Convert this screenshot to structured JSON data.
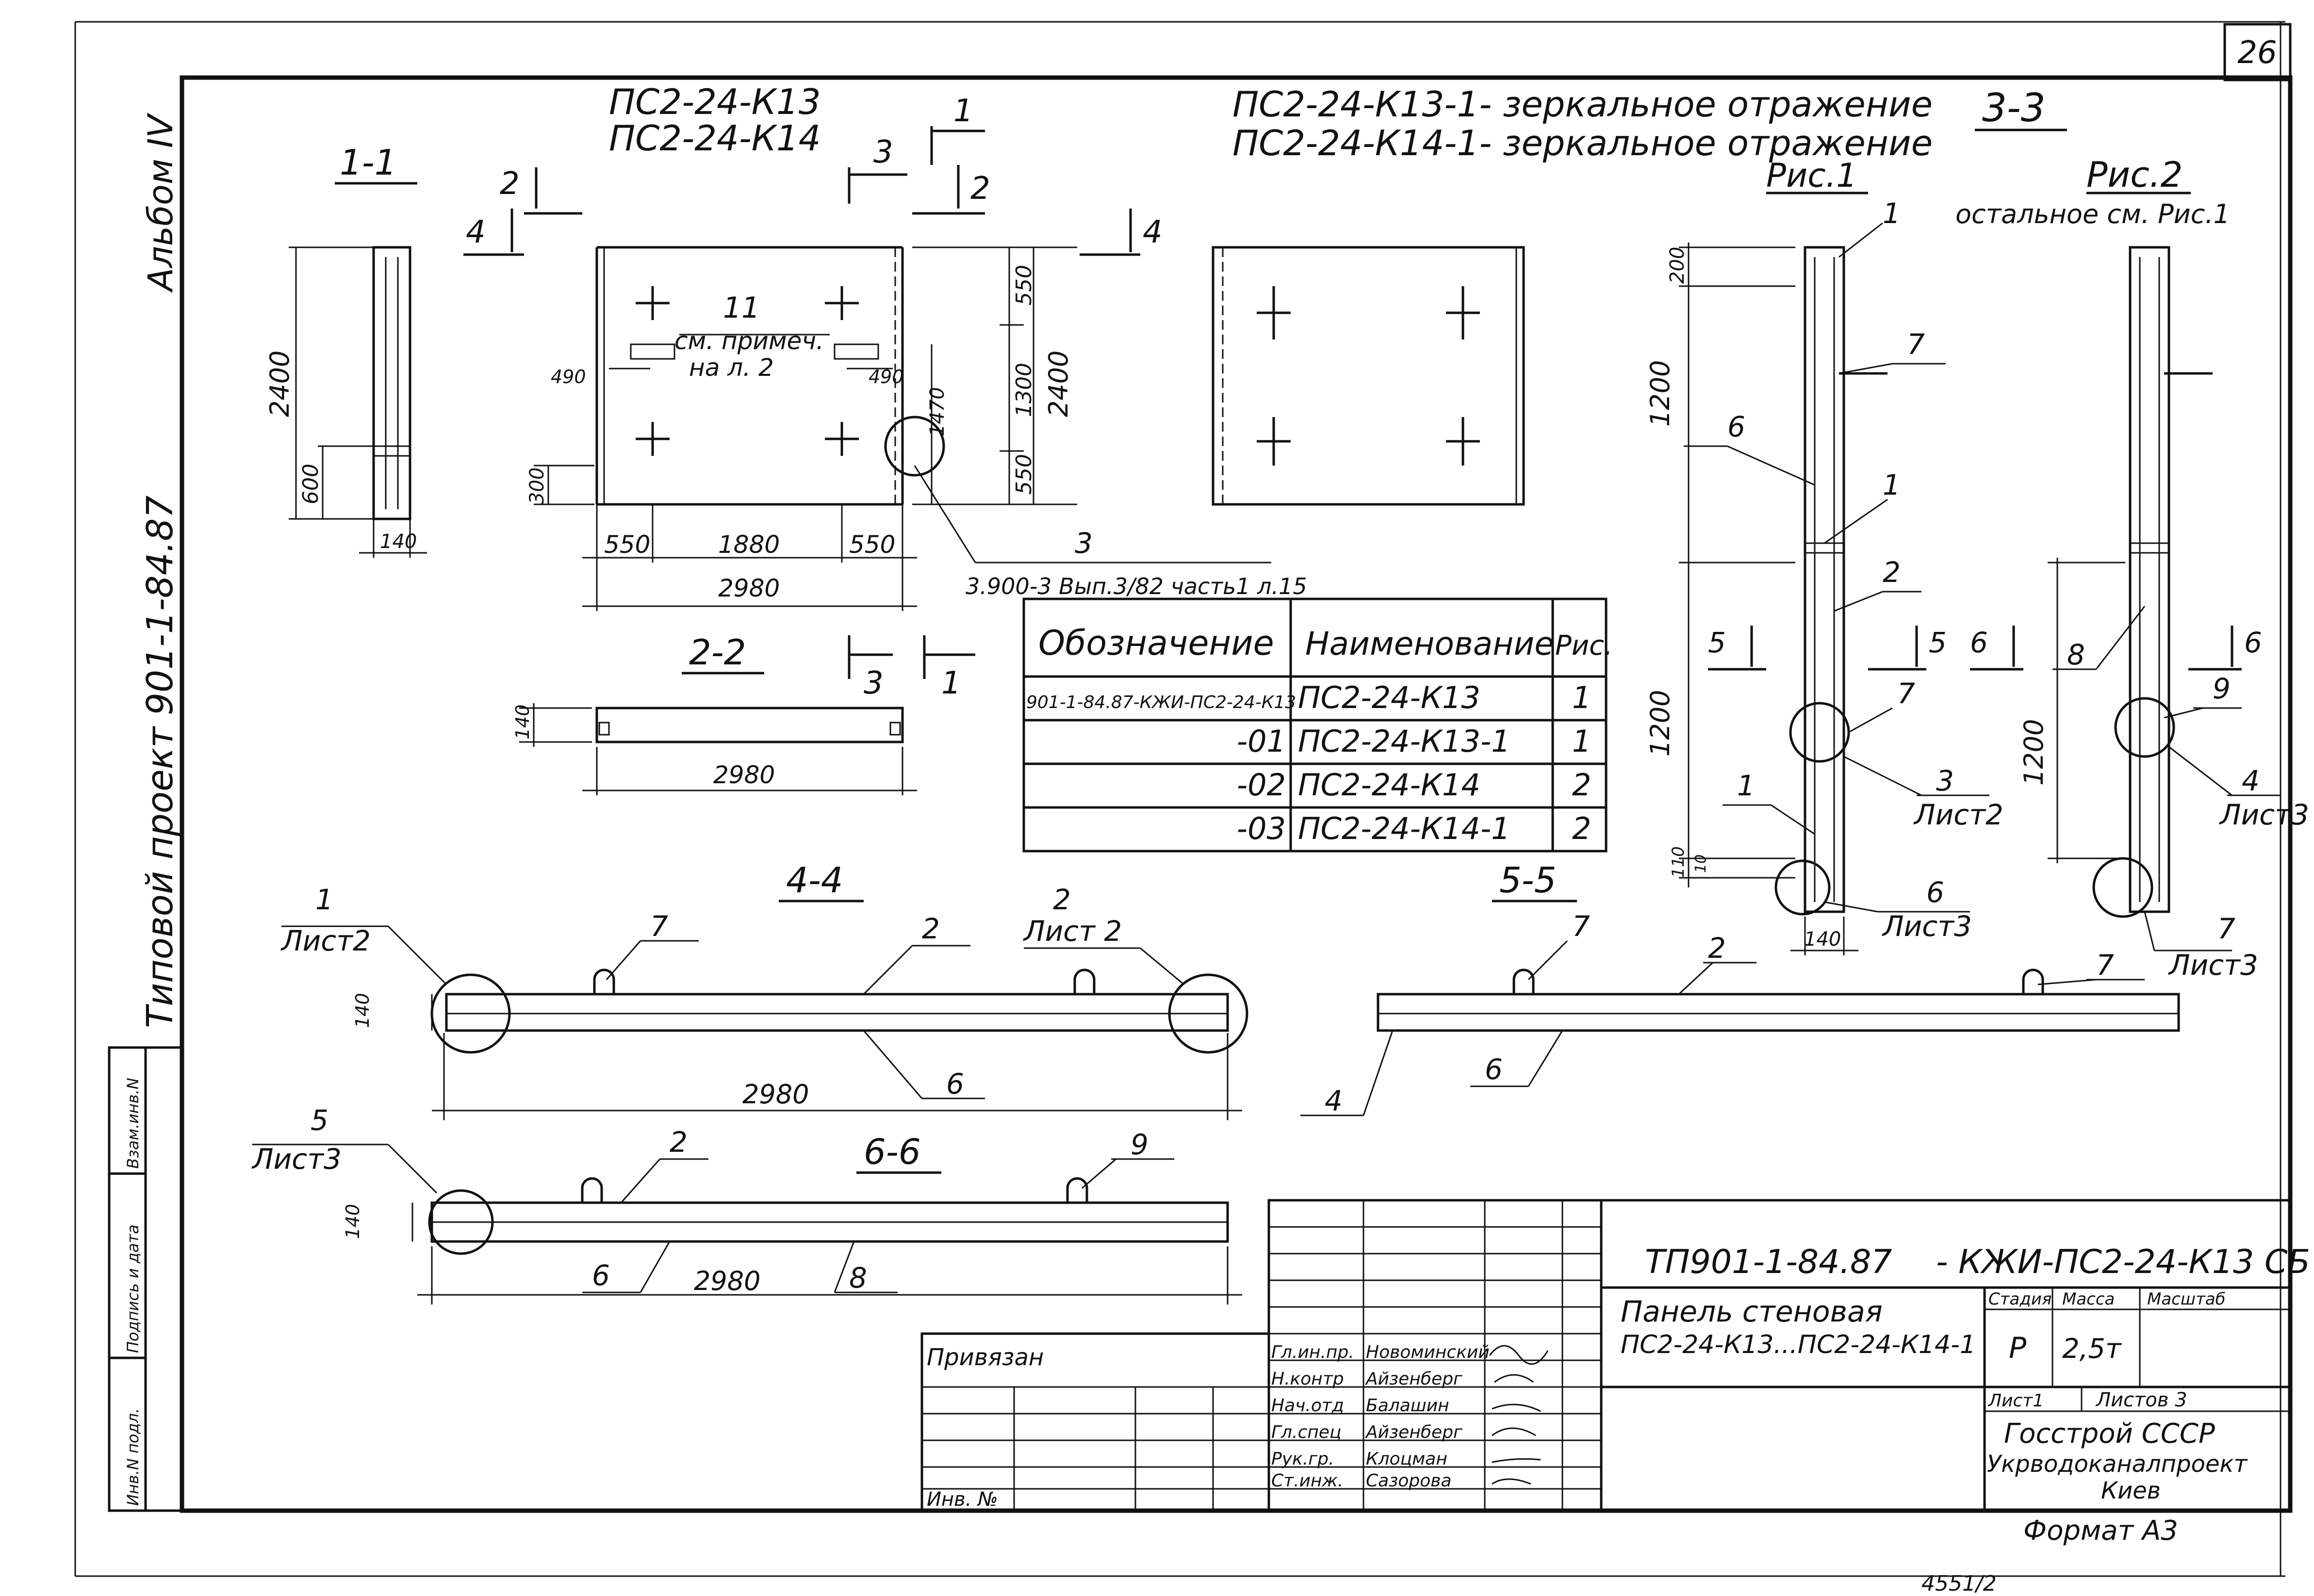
{
  "sheet_number": "26",
  "side": {
    "album": "Альбом IV",
    "project": "Типовой проект 901-1-84.87",
    "stamps": [
      "Инв.N подл.",
      "Подпись и дата",
      "Взам.инв.N"
    ]
  },
  "header": {
    "marks_left": [
      "ПС2-24-К13",
      "ПС2-24-К14"
    ],
    "mirror_1": "ПС2-24-К13-1- зеркальное отражение",
    "mirror_2": "ПС2-24-К14-1- зеркальное отражение",
    "fig1": "Рис.1",
    "fig2": "Рис.2",
    "fig2_note": "остальное см. Рис.1"
  },
  "sections": {
    "s11": "1-1",
    "s22": "2-2",
    "s33": "3-3",
    "s44": "4-4",
    "s55": "5-5",
    "s66": "6-6"
  },
  "cut_marks": [
    "1",
    "2",
    "3",
    "4",
    "5",
    "6"
  ],
  "callouts": {
    "n1": "1",
    "n2": "2",
    "n3": "3",
    "n4": "4",
    "n5": "5",
    "n6": "6",
    "n7": "7",
    "n8": "8",
    "n9": "9",
    "n11": "11",
    "sheet2": "Лист2",
    "sheet2b": "Лист 2",
    "sheet3": "Лист3",
    "note_1": "см. примеч.",
    "note_2": "на л. 2",
    "ref_series": "3.900-3 Вып.3/82 часть1 л.15"
  },
  "dims": {
    "d2400": "2400",
    "d600": "600",
    "d140": "140",
    "d550": "550",
    "d1300": "1300",
    "d490": "490",
    "d1470": "1470",
    "d300": "300",
    "d1880": "1880",
    "d2980": "2980",
    "d200": "200",
    "d1200": "1200",
    "d110": "110",
    "d10": "10"
  },
  "spec_table": {
    "headers": [
      "Обозначение",
      "Наименование",
      "Рис."
    ],
    "rows": [
      [
        "901-1-84.87-КЖИ-ПС2-24-К13",
        "ПС2-24-К13",
        "1"
      ],
      [
        "-01",
        "ПС2-24-К13-1",
        "1"
      ],
      [
        "-02",
        "ПС2-24-К14",
        "2"
      ],
      [
        "-03",
        "ПС2-24-К14-1",
        "2"
      ]
    ]
  },
  "title_block": {
    "code": "ТП901-1-84.87",
    "doc_code": "- КЖИ-ПС2-24-К13 СБ",
    "name_1": "Панель стеновая",
    "name_2": "ПС2-24-К13...ПС2-24-К14-1",
    "h_stage": "Стадия",
    "h_mass": "Масса",
    "h_scale": "Масштаб",
    "stage": "Р",
    "mass": "2,5т",
    "sheet": "Лист1",
    "sheets": "Листов 3",
    "org_1": "Госстрой СССР",
    "org_2": "Укрводоканалпроект",
    "org_3": "Киев",
    "binding": "Привязан",
    "inv": "Инв. №",
    "roles": [
      "Гл.ин.пр.",
      "Н.контр",
      "Нач.отд",
      "Гл.спец",
      "Рук.гр.",
      "Ст.инж."
    ],
    "names": [
      "Новоминский",
      "Айзенберг",
      "Балашин",
      "Айзенберг",
      "Клоцман",
      "Сазорова"
    ]
  },
  "format": "Формат А3",
  "footer_num": "4551/2"
}
